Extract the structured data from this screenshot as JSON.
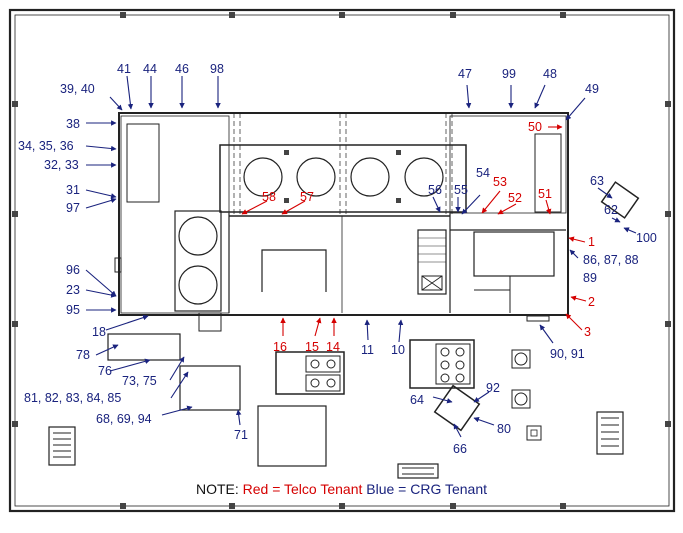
{
  "colors": {
    "crg": "#1a237e",
    "telco": "#d50000",
    "line": "#222222"
  },
  "labels": {
    "l39_40": "39, 40",
    "l41": "41",
    "l44": "44",
    "l46": "46",
    "l98": "98",
    "l38": "38",
    "l34_35_36": "34, 35, 36",
    "l32_33": "32, 33",
    "l31": "31",
    "l97": "97",
    "l96": "96",
    "l23": "23",
    "l95": "95",
    "l18": "18",
    "l78": "78",
    "l76": "76",
    "l73_75": "73, 75",
    "l81_85": "81, 82, 83, 84, 85",
    "l68_69_94": "68, 69, 94",
    "l71": "71",
    "l16": "16",
    "l15": "15",
    "l14": "14",
    "l11": "11",
    "l10": "10",
    "l58": "58",
    "l57": "57",
    "l56": "56",
    "l55": "55",
    "l54": "54",
    "l53": "53",
    "l52": "52",
    "l51": "51",
    "l47": "47",
    "l99": "99",
    "l48": "48",
    "l49": "49",
    "l50": "50",
    "l63": "63",
    "l62": "62",
    "l100": "100",
    "l1": "1",
    "l86_88": "86, 87, 88",
    "l89": "89",
    "l2": "2",
    "l3": "3",
    "l90_91": "90, 91",
    "l64": "64",
    "l92": "92",
    "l80": "80",
    "l66": "66"
  },
  "note": {
    "prefix": "NOTE: ",
    "red": "Red = Telco Tenant",
    "blue": " Blue = CRG Tenant"
  }
}
